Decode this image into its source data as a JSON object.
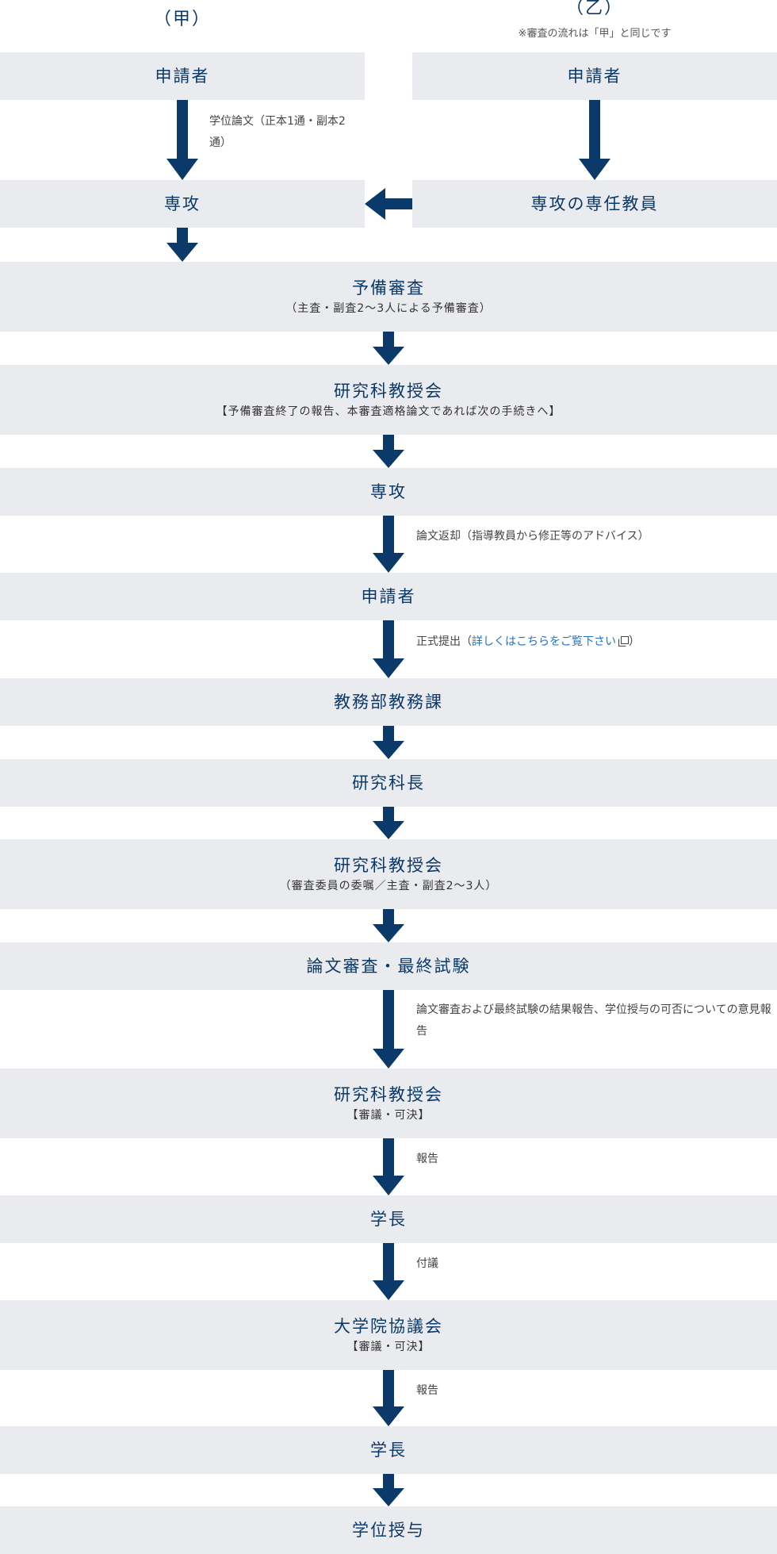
{
  "headers": {
    "left": "（甲）",
    "right": "（乙）",
    "right_note": "※審査の流れは「甲」と同じです"
  },
  "left": {
    "applicant": "申請者",
    "note_submission": "学位論文（正本1通・副本2通）",
    "major": "専攻"
  },
  "right": {
    "applicant": "申請者",
    "faculty": "専攻の専任教員"
  },
  "steps": {
    "preliminary": {
      "title": "予備審査",
      "sub": "（主査・副査2〜3人による予備審査）"
    },
    "council1": {
      "title": "研究科教授会",
      "sub": "【予備審査終了の報告、本審査適格論文であれば次の手続きへ】"
    },
    "major": {
      "title": "専攻"
    },
    "note_return": "論文返却（指導教員から修正等のアドバイス）",
    "applicant": {
      "title": "申請者"
    },
    "note_formal_prefix": "正式提出（",
    "note_formal_link": "詳しくはこちらをご覧下さい",
    "note_formal_suffix": "）",
    "academic_affairs": {
      "title": "教務部教務課"
    },
    "dean": {
      "title": "研究科長"
    },
    "council2": {
      "title": "研究科教授会",
      "sub": "（審査委員の委嘱／主査・副査2〜3人）"
    },
    "exam": {
      "title": "論文審査・最終試験"
    },
    "note_exam_report": "論文審査および最終試験の結果報告、学位授与の可否についての意見報告",
    "council3": {
      "title": "研究科教授会",
      "sub": "【審議・可決】"
    },
    "note_report1": "報告",
    "president1": {
      "title": "学長"
    },
    "note_refer": "付議",
    "grad_council": {
      "title": "大学院協議会",
      "sub": "【審議・可決】"
    },
    "note_report2": "報告",
    "president2": {
      "title": "学長"
    },
    "degree": {
      "title": "学位授与"
    }
  },
  "colors": {
    "box_bg": "#eaebef",
    "arrow": "#0b3a6a",
    "text": "#0b3a6a",
    "link": "#1f73c9"
  },
  "icons": {
    "external_link": "external-link-icon"
  }
}
